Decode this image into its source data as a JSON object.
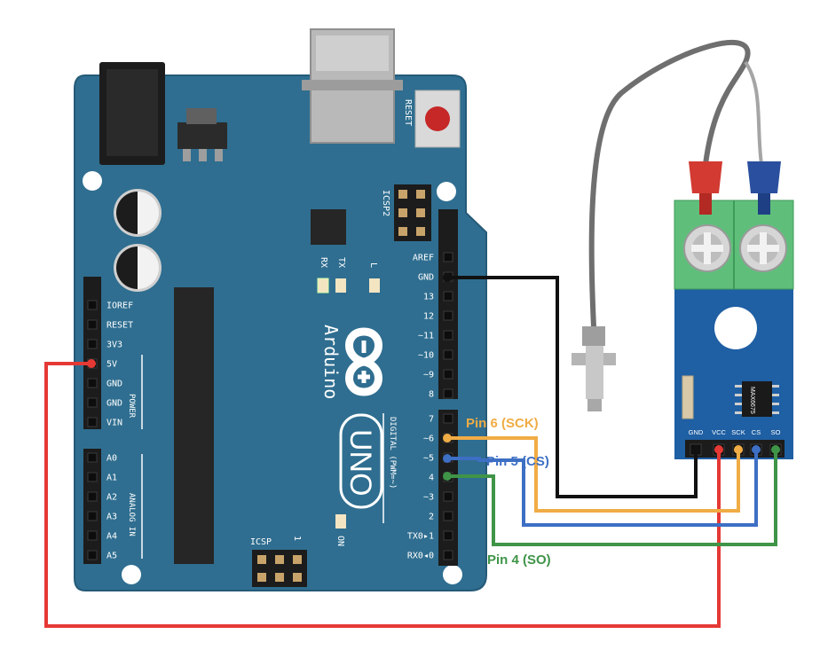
{
  "board": {
    "name": "Arduino",
    "model": "UNO",
    "reset_label": "RESET",
    "icsp2_label": "ICSP2",
    "icsp_label": "ICSP",
    "icsp_pin1": "1",
    "rx_label": "RX",
    "tx_label": "TX",
    "l_label": "L",
    "on_label": "ON",
    "power_label": "POWER",
    "analog_label": "ANALOG IN",
    "digital_label": "DIGITAL (PWM=~)",
    "power_pins": [
      "IOREF",
      "RESET",
      "3V3",
      "5V",
      "GND",
      "GND",
      "VIN"
    ],
    "analog_pins": [
      "A0",
      "A1",
      "A2",
      "A3",
      "A4",
      "A5"
    ],
    "digital_top_pins": [
      "AREF",
      "GND",
      "13",
      "12",
      "~11",
      "~10",
      "~9",
      "8"
    ],
    "digital_bottom_pins": [
      "7",
      "~6",
      "~5",
      "4",
      "~3",
      "2",
      "TX0▸1",
      "RX0◂0"
    ]
  },
  "module": {
    "chip_label": "MAX6675",
    "pins": [
      "GND",
      "VCC",
      "SCK",
      "CS",
      "SO"
    ]
  },
  "connections": [
    {
      "label": "Pin 6 (SCK)",
      "color": "#f0ac45"
    },
    {
      "label": "Pin 5 (CS)",
      "color": "#3d6fc4"
    },
    {
      "label": "Pin 4 (SO)",
      "color": "#3f9447"
    }
  ],
  "colors": {
    "board": "#2f6e90",
    "module": "#1f5fa3",
    "terminal": "#5fbf7a",
    "wire_5v": "#e53935",
    "wire_gnd": "#111111",
    "wire_sck": "#f0ac45",
    "wire_cs": "#3d6fc4",
    "wire_so": "#3f9447"
  }
}
